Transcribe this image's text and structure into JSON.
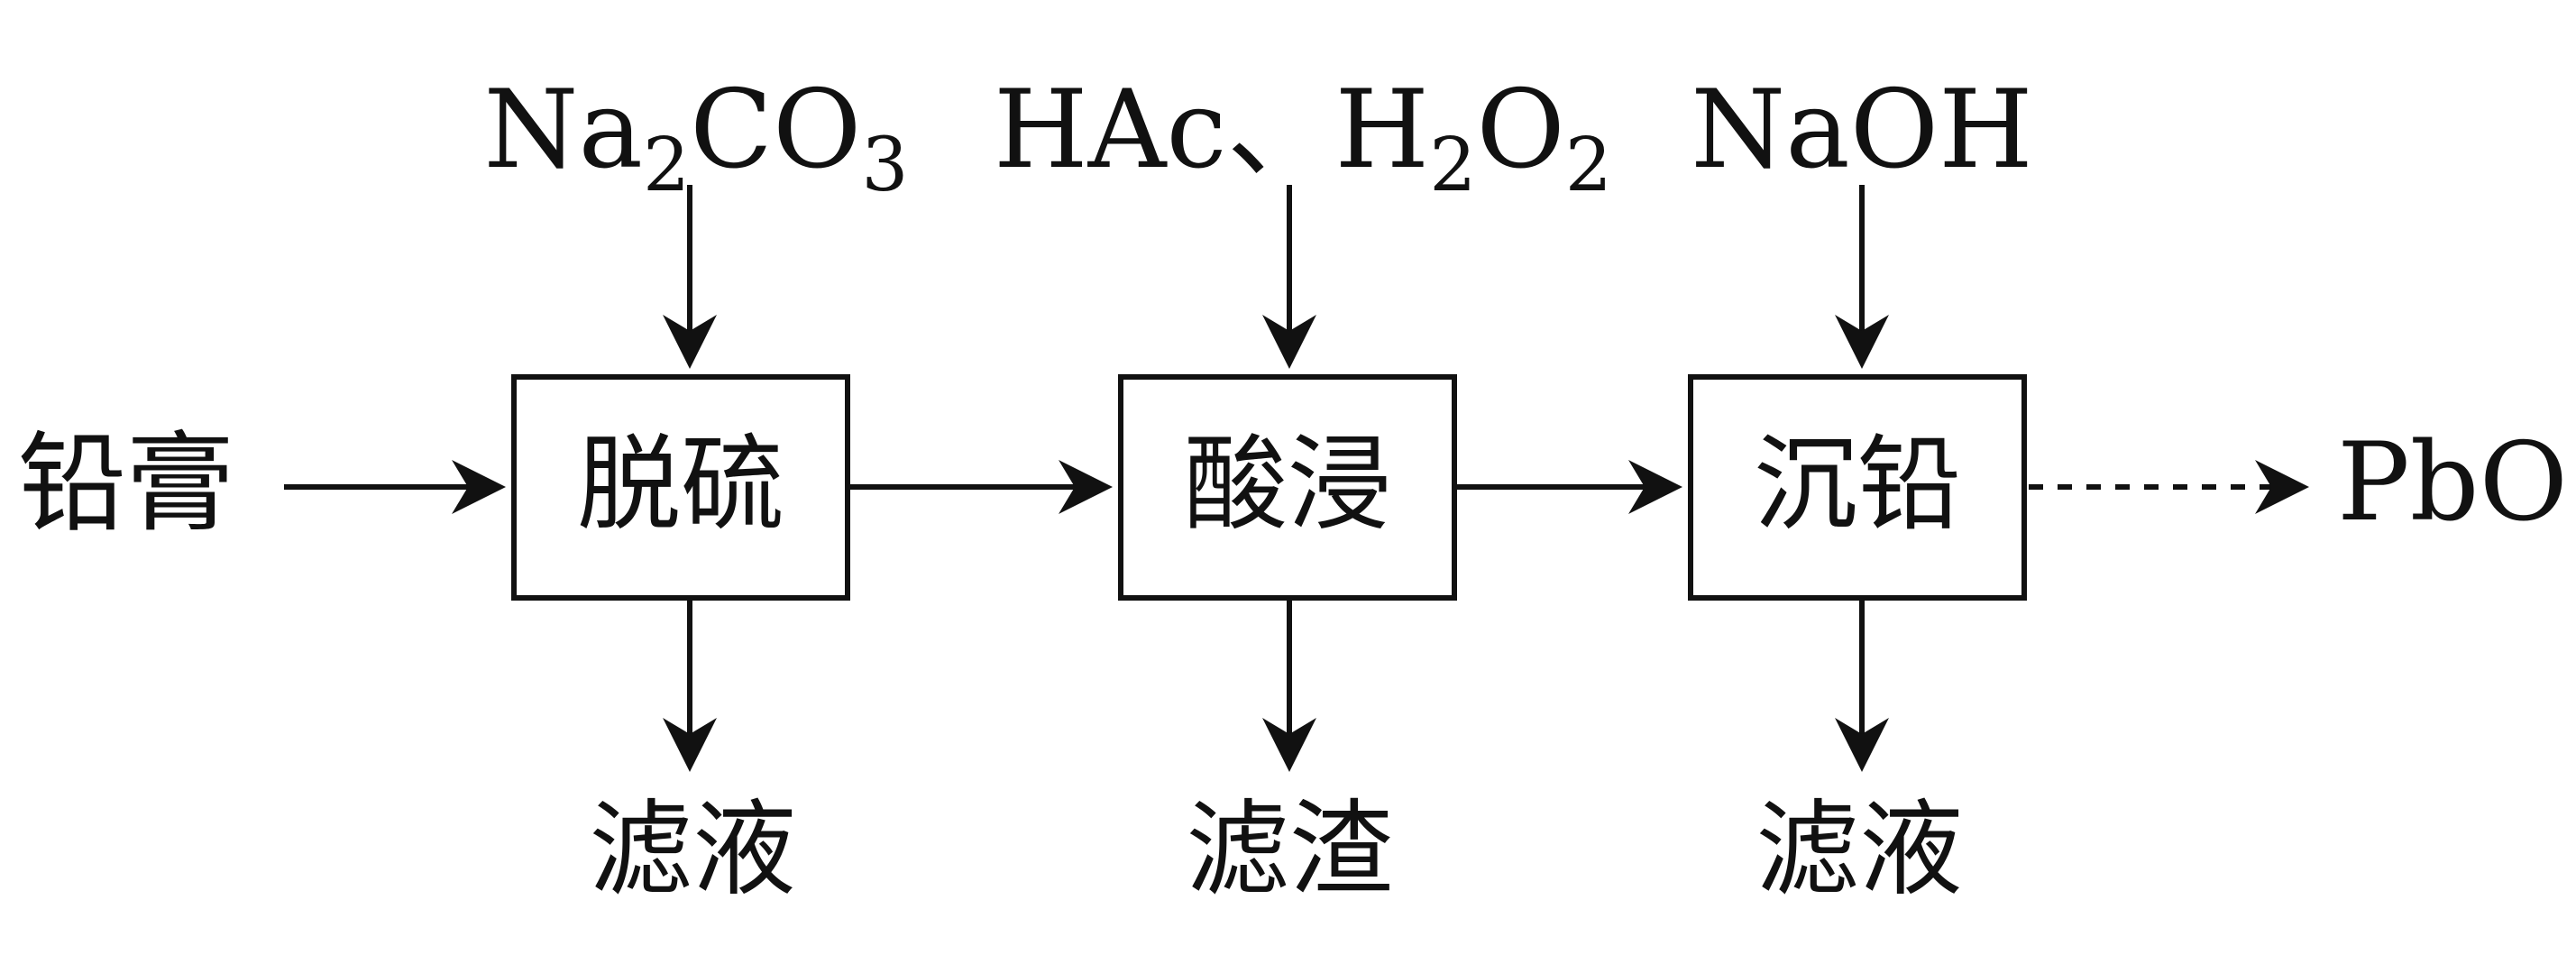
{
  "start_material": "铅膏",
  "steps": [
    {
      "name": "脱硫",
      "reagent": {
        "parts": [
          [
            "Na",
            ""
          ],
          [
            "2",
            "sub"
          ],
          [
            "CO",
            ""
          ],
          [
            "3",
            "sub"
          ]
        ]
      },
      "output": "滤液"
    },
    {
      "name": "酸浸",
      "reagent": {
        "parts": [
          [
            "HAc、H",
            ""
          ],
          [
            "2",
            "sub"
          ],
          [
            "O",
            ""
          ],
          [
            "2",
            "sub"
          ]
        ]
      },
      "output": "滤渣"
    },
    {
      "name": "沉铅",
      "reagent": {
        "parts": [
          [
            "NaOH",
            ""
          ]
        ]
      },
      "output": "滤液"
    }
  ],
  "final_product": "PbO"
}
